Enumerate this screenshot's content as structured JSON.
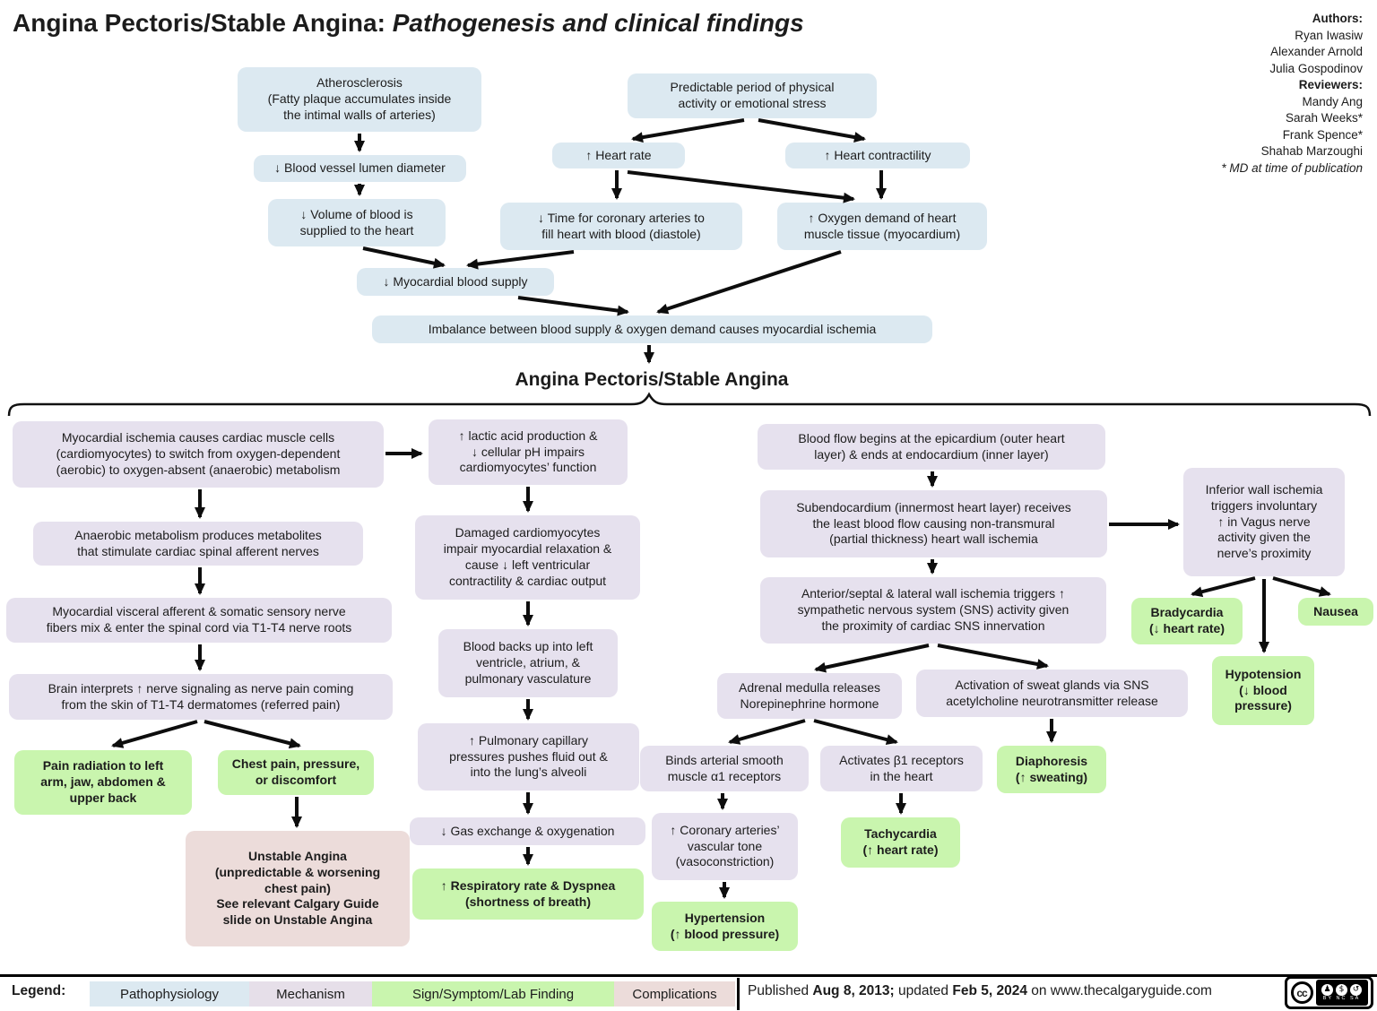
{
  "title": {
    "main": "Angina Pectoris/Stable Angina:",
    "italic": " Pathogenesis and clinical findings"
  },
  "credits": {
    "authors_label": "Authors:",
    "authors": [
      "Ryan Iwasiw",
      "Alexander Arnold",
      "Julia Gospodinov"
    ],
    "reviewers_label": "Reviewers:",
    "reviewers": [
      "Mandy Ang",
      "Sarah Weeks*",
      "Frank Spence*",
      "Shahab Marzoughi"
    ],
    "footnote": "* MD at time of publication"
  },
  "nodes": {
    "atherosclerosis": "Atherosclerosis\n(Fatty plaque accumulates inside\nthe intimal walls of arteries)",
    "lumen_diameter": "↓ Blood vessel lumen diameter",
    "blood_volume": "↓ Volume of blood is\nsupplied to the heart",
    "predictable_period": "Predictable period of physical\nactivity or emotional stress",
    "heart_rate": "↑ Heart rate",
    "heart_contractility": "↑ Heart contractility",
    "diastole_time": "↓ Time for coronary arteries to\nfill heart with blood (diastole)",
    "oxygen_demand": "↑ Oxygen demand of heart\nmuscle tissue (myocardium)",
    "myocardial_supply": "↓ Myocardial blood supply",
    "imbalance": "Imbalance between blood supply & oxygen demand causes myocardial ischemia",
    "angina_heading": "Angina Pectoris/Stable Angina",
    "ischemia_switch": "Myocardial ischemia causes cardiac muscle cells\n(cardiomyocytes) to switch from oxygen-dependent\n(aerobic) to oxygen-absent (anaerobic) metabolism",
    "anaerobic_metabolites": "Anaerobic metabolism produces metabolites\nthat stimulate cardiac spinal afferent nerves",
    "nerve_fibers": "Myocardial visceral afferent & somatic sensory nerve\nfibers mix & enter the spinal cord via T1-T4 nerve roots",
    "brain_interprets": "Brain interprets ↑ nerve signaling as nerve pain coming\nfrom the skin of T1-T4 dermatomes (referred pain)",
    "pain_radiation": "Pain radiation to left\narm, jaw, abdomen &\nupper back",
    "chest_pain": "Chest pain, pressure,\nor discomfort",
    "unstable_angina": "Unstable Angina\n(unpredictable & worsening\nchest pain)\nSee relevant Calgary Guide\nslide on Unstable Angina",
    "lactic_acid": "↑ lactic acid production &\n↓ cellular pH impairs\ncardiomyocytes’ function",
    "damaged_cardiomyocytes": "Damaged cardiomyocytes\nimpair myocardial relaxation &\ncause ↓ left ventricular\ncontractility & cardiac output",
    "blood_backs_up": "Blood backs up into left\nventricle, atrium, &\npulmonary vasculature",
    "pulmonary_capillary": "↑ Pulmonary capillary\npressures pushes fluid out &\ninto the lung’s alveoli",
    "gas_exchange": "↓ Gas exchange & oxygenation",
    "respiratory_rate": "↑ Respiratory rate & Dyspnea\n(shortness of breath)",
    "blood_flow_epicardium": "Blood flow begins at the epicardium (outer heart\nlayer) & ends at endocardium (inner layer)",
    "subendocardium": "Subendocardium (innermost heart layer) receives\nthe least blood flow causing non-transmural\n(partial thickness) heart wall ischemia",
    "anterior_ischemia": "Anterior/septal & lateral wall ischemia triggers ↑\nsympathetic nervous system (SNS) activity given\nthe proximity of cardiac SNS innervation",
    "adrenal_medulla": "Adrenal medulla releases\nNorepinephrine hormone",
    "sweat_glands": "Activation of sweat glands via SNS\nacetylcholine neurotransmitter release",
    "alpha1_receptors": "Binds arterial smooth\nmuscle α1 receptors",
    "beta1_receptors": "Activates β1 receptors\nin the heart",
    "diaphoresis": "Diaphoresis\n(↑ sweating)",
    "vascular_tone": "↑ Coronary arteries’\nvascular tone\n(vasoconstriction)",
    "tachycardia": "Tachycardia\n(↑ heart rate)",
    "hypertension": "Hypertension\n(↑ blood pressure)",
    "inferior_ischemia": "Inferior wall ischemia\ntriggers involuntary\n↑ in Vagus nerve\nactivity given the\nnerve’s proximity",
    "bradycardia": "Bradycardia\n(↓ heart rate)",
    "nausea": "Nausea",
    "hypotension": "Hypotension\n(↓ blood pressure)"
  },
  "legend": {
    "label": "Legend:",
    "items": [
      {
        "label": "Pathophysiology",
        "color": "#dce9f1"
      },
      {
        "label": "Mechanism",
        "color": "#e6dfe9"
      },
      {
        "label": "Sign/Symptom/Lab Finding",
        "color": "#c9f5ae"
      },
      {
        "label": "Complications",
        "color": "#ecdcda"
      }
    ],
    "published": {
      "p1": "Published ",
      "d1": "Aug 8, 2013;",
      "p2": " updated ",
      "d2": "Feb 5, 2024",
      "p3": " on www.thecalgaryguide.com"
    },
    "cc_badge": {
      "cc": "cc",
      "caption": "BY NC SA"
    }
  },
  "colors": {
    "pathophysiology": "#dce9f1",
    "mechanism": "#e6e1ee",
    "sign_symptom": "#c9f5ae",
    "complication": "#ecdcda",
    "arrow": "#0d0d0d"
  }
}
